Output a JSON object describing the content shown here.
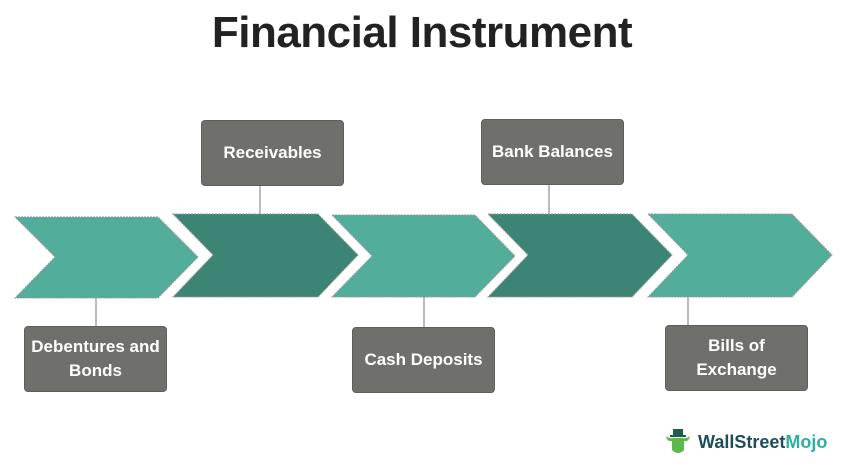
{
  "title": "Financial Instrument",
  "steps": [
    {
      "label": "Debentures and Bonds",
      "position": "below"
    },
    {
      "label": "Receivables",
      "position": "above"
    },
    {
      "label": "Cash Deposits",
      "position": "below"
    },
    {
      "label": "Bank Balances",
      "position": "above"
    },
    {
      "label": "Bills of Exchange",
      "position": "below"
    }
  ],
  "colors": {
    "light": "#52ae9a",
    "dark": "#3c8474",
    "box": "#6f706c"
  },
  "logo": {
    "part1": "WallStreet",
    "part2": "Mojo"
  }
}
